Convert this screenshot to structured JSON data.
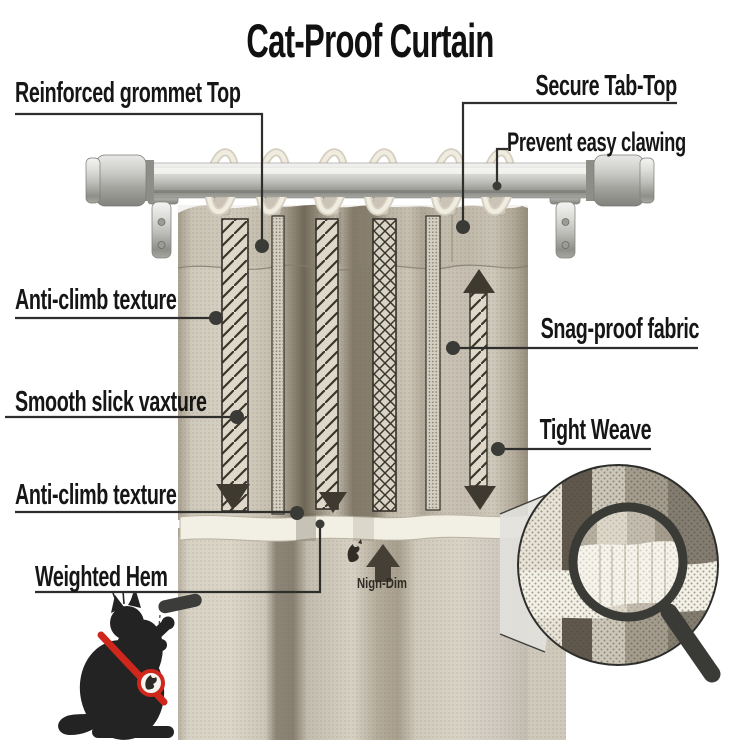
{
  "title": "Cat-Proof Curtain",
  "labels": {
    "reinforced_grommet_top": "Reinforced grommet Top",
    "secure_tab_top": "Secure Tab-Top",
    "prevent_easy_clawing": "Prevent easy clawing",
    "anti_climb_texture_upper": "Anti-climb texture",
    "smooth_slick_vaxture": "Smooth slick vaxture",
    "anti_climb_texture_lower": "Anti-climb texture",
    "weighted_hem": "Weighted Hem",
    "snag_proof_fabric": "Snag-proof fabric",
    "tight_weave": "Tight Weave"
  },
  "hem_caption": "Nign-Dim",
  "icons": {
    "magnifier": "magnifier-icon",
    "no_cat_scratch": "no-cat-scratching-icon",
    "hem_up_arrow": "up-arrow-icon",
    "strip_down_arrow": "down-arrow-icon",
    "climbing_cat": "climbing-cat-icon"
  },
  "colors": {
    "background": "#ffffff",
    "text": "#161616",
    "leader_line": "#2e2e2c",
    "prohibition_red": "#d0271c",
    "fabric_base": "#c8c2b4",
    "fabric_dark_fold": "#6e6756",
    "hem_white": "#f2efe4",
    "rod_silver": "#c9c9c7",
    "ring_cream": "#efebdf",
    "magnifier_dark": "#3a3a37"
  }
}
